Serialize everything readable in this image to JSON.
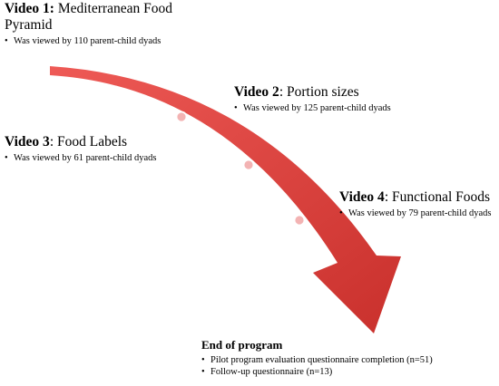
{
  "video1": {
    "label_bold": "Video 1:",
    "label_rest": " Mediterranean Food Pyramid",
    "bullets": [
      "Was viewed by 110 parent-child dyads"
    ]
  },
  "video2": {
    "label_bold": "Video 2",
    "label_rest": ": Portion sizes",
    "bullets": [
      "Was viewed by 125 parent-child dyads"
    ]
  },
  "video3": {
    "label_bold": "Video 3",
    "label_rest": ": Food Labels",
    "bullets": [
      "Was viewed by 61 parent-child dyads"
    ]
  },
  "video4": {
    "label_bold": "Video 4",
    "label_rest": ": Functional Foods",
    "bullets": [
      "Was viewed by 79 parent-child dyads"
    ]
  },
  "end": {
    "title": "End of program",
    "bullets": [
      "Pilot program evaluation questionnaire completion (n=51)",
      "Follow-up questionnaire (n=13)"
    ]
  },
  "colors": {
    "arrow_light": "#ee5a56",
    "arrow_dark": "#c9302c",
    "marker_fill": "#f3b3b3"
  }
}
